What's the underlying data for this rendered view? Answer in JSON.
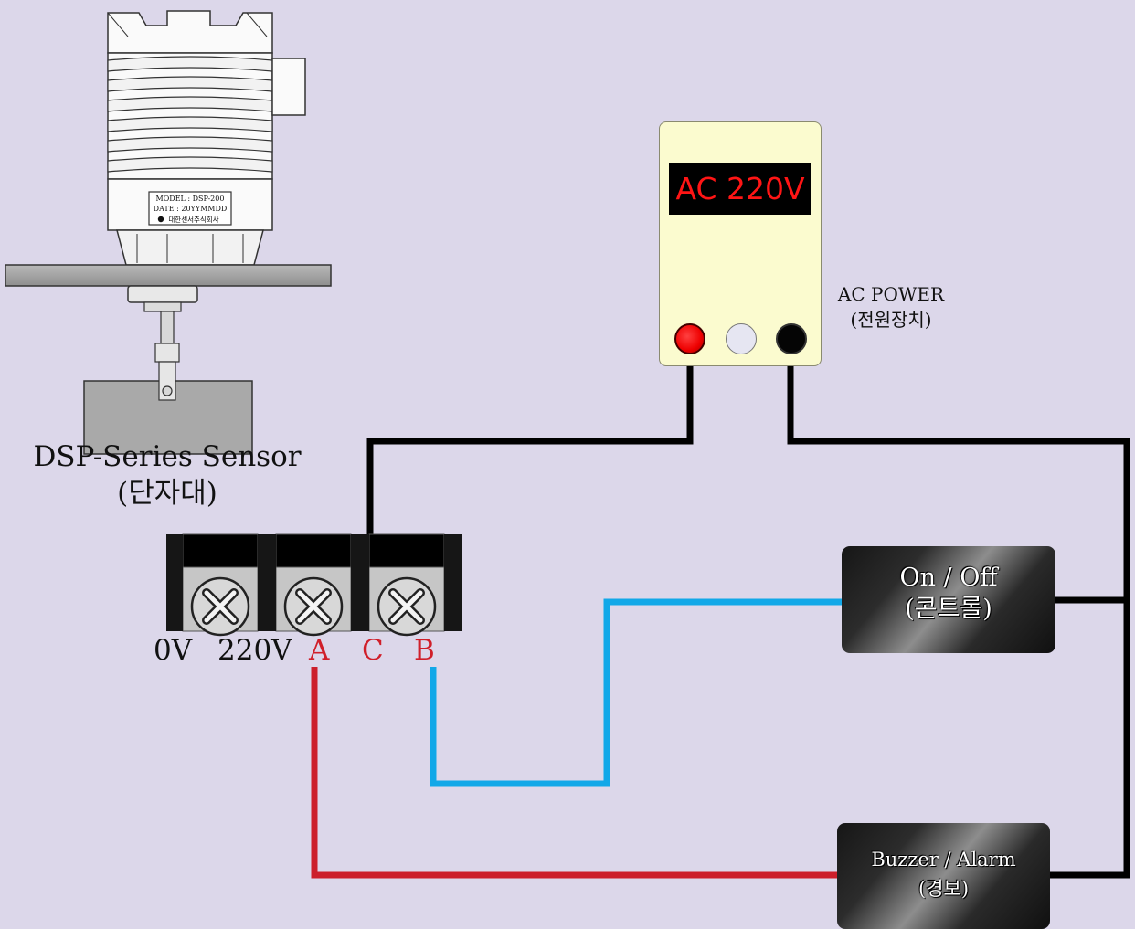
{
  "sensor": {
    "title": "DSP-Series Sensor",
    "subtitle": "(단자대)",
    "plate_model": "MODEL : DSP-200",
    "plate_date": "DATE : 20YYMMDD",
    "plate_maker": "대한센서주식회사"
  },
  "terminal_labels": {
    "v0": "0V",
    "v220": "220V",
    "a": "A",
    "c": "C",
    "b": "B"
  },
  "power": {
    "display": "AC 220V",
    "label_en": "AC POWER",
    "label_kr": "(전원장치)"
  },
  "on_off": {
    "line1": "On / Off",
    "line2": "(콘트롤)"
  },
  "buzzer": {
    "line1": "Buzzer / Alarm",
    "line2": "(경보)"
  },
  "colors": {
    "background": "#dcd7ea",
    "wire_power": "#000000",
    "wire_a": "#cc1f2b",
    "wire_b": "#12a8e8",
    "terminal_letters": "#d01f2a",
    "display_text": "#ff1515"
  }
}
